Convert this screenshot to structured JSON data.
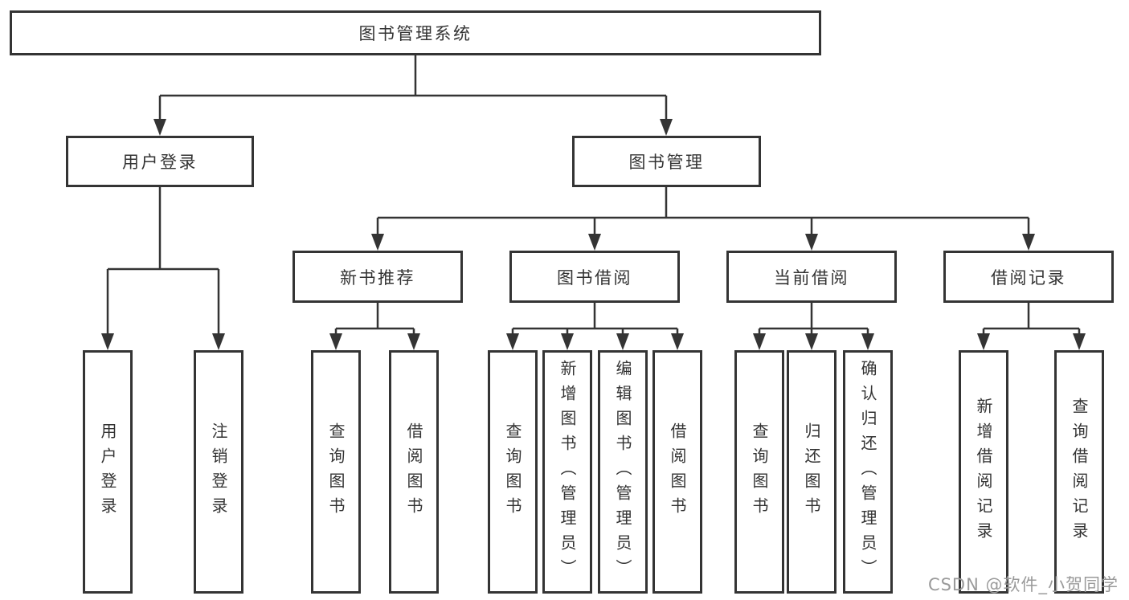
{
  "colors": {
    "line": "#343434",
    "border": "#343434",
    "text": "#333333",
    "box_bg": "#ffffff",
    "watermark": "#9a9a9a",
    "page_bg": "#ffffff"
  },
  "tree": {
    "root": {
      "label": "图书管理系统"
    },
    "level2": [
      {
        "label": "用户登录"
      },
      {
        "label": "图书管理"
      }
    ],
    "level3": [
      {
        "label": "新书推荐"
      },
      {
        "label": "图书借阅"
      },
      {
        "label": "当前借阅"
      },
      {
        "label": "借阅记录"
      }
    ],
    "leaves": {
      "login": [
        {
          "label": "用户登录"
        },
        {
          "label": "注销登录"
        }
      ],
      "newbook": [
        {
          "label": "查询图书"
        },
        {
          "label": "借阅图书"
        }
      ],
      "borrow": [
        {
          "label": "查询图书"
        },
        {
          "label": "新增图书（管理员）"
        },
        {
          "label": "编辑图书（管理员）"
        },
        {
          "label": "借阅图书"
        }
      ],
      "current": [
        {
          "label": "查询图书"
        },
        {
          "label": "归还图书"
        },
        {
          "label": "确认归还（管理员）"
        }
      ],
      "records": [
        {
          "label": "新增借阅记录"
        },
        {
          "label": "查询借阅记录"
        }
      ]
    }
  },
  "watermark": {
    "text": "CSDN @软件_小贺同学"
  }
}
